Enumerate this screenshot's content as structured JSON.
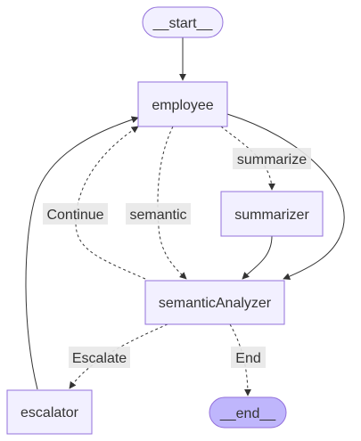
{
  "nodes": {
    "start": "__start__",
    "employee": "employee",
    "summarizer": "summarizer",
    "semanticAnalyzer": "semanticAnalyzer",
    "escalator": "escalator",
    "end": "__end__"
  },
  "edge_labels": {
    "summarize": "summarize",
    "continue": "Continue",
    "semantic": "semantic",
    "escalate": "Escalate",
    "end": "End"
  },
  "colors": {
    "node_fill": "#f2f0ff",
    "node_stroke": "#9370db",
    "end_fill": "#bfb6fc",
    "edge": "#333333",
    "label_bg": "#e8e8e8"
  }
}
